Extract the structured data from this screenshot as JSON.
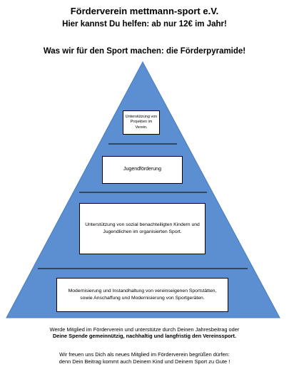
{
  "header": {
    "title": "Förderverein mettmann-sport e.V.",
    "subtitle": "Hier kannst Du helfen: ab nur 12€  im Jahr!",
    "pyramid_heading": "Was wir für den Sport machen: die Förderpyramide!"
  },
  "pyramid": {
    "fill_color": "#5b8fd1",
    "levels": [
      {
        "text": "Unterstützung von Projekten im Verein."
      },
      {
        "text": "Jugendförderung"
      },
      {
        "text": "Unterstützung von sozial benachteiligten Kindern und Jugendlichen im organisierten Sport."
      },
      {
        "text": "Modernisierung und Instandhaltung von vereinseigenen Sportstätten, sowie Anschaffung und Modernisierung von Sportgeräten."
      }
    ]
  },
  "footer": {
    "line1": "Werde Mitglied im Förderverein und unterstütze durch Deinen Jahresbeitrag oder",
    "line2": "Deine Spende gemeinnützig, nachhaltig und langfristig den Vereinssport.",
    "line3": "Wir freuen uns Dich als neues Mitglied im Förderverein begrüßen dürfen:",
    "line4": "denn Dein Beitrag kommt auch Deinem Kind und Deinem Sport zu Gute !"
  }
}
